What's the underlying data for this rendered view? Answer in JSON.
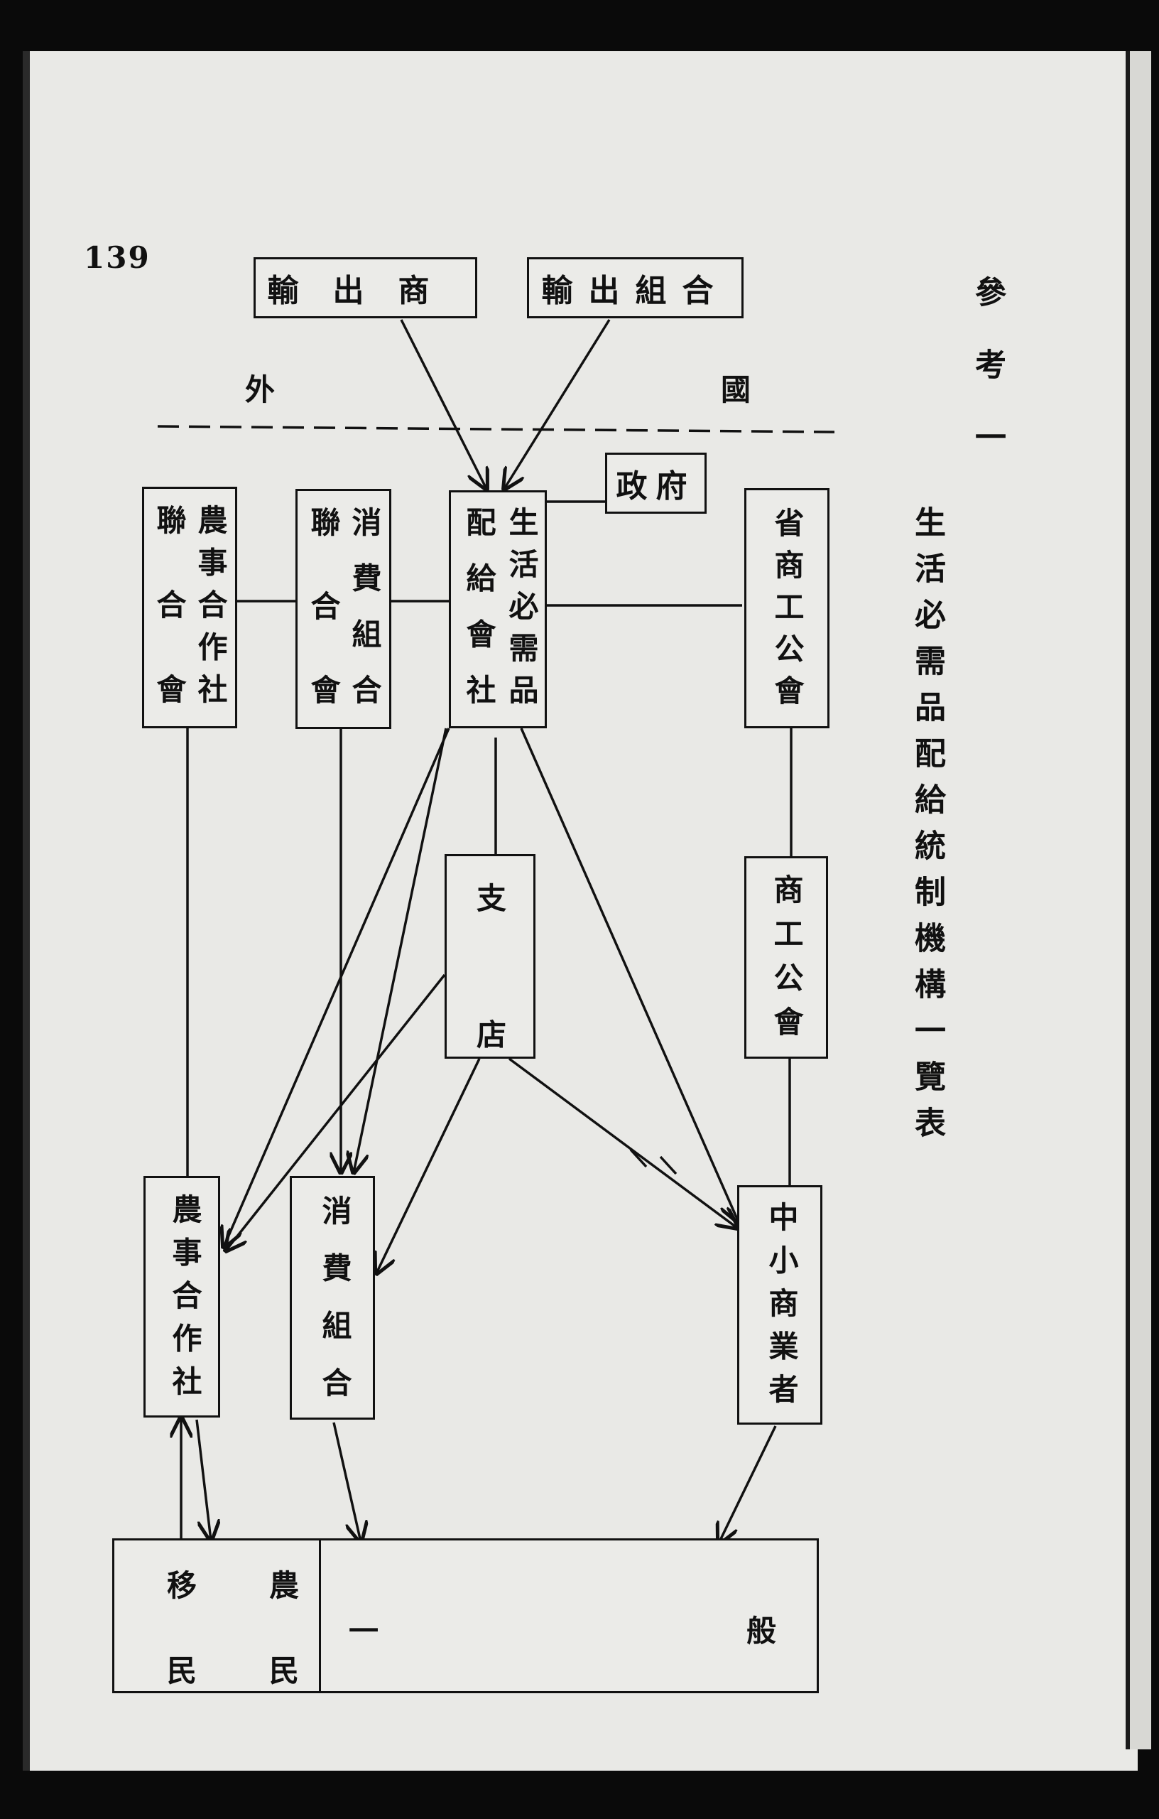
{
  "page_number": "139",
  "section_title": "參考一",
  "main_title": "生活必需品配給統制機構一覽表",
  "boundary": {
    "left_label": "外",
    "right_label": "國"
  },
  "nodes": {
    "exporter": "輸出商",
    "export_union": "輸出組合",
    "government": "政府",
    "central_distributor": {
      "col1": "生活必需品",
      "col2": "配給會社"
    },
    "agri_coop_federation": {
      "col1": "農事合作社",
      "col2": "聯合會"
    },
    "consumer_union_federation": {
      "col1": "消費組合",
      "col2": "聯合會"
    },
    "provincial_chamber": "省商工公會",
    "branch_store": {
      "top": "支",
      "bottom": "店"
    },
    "chamber": "商工公會",
    "agri_coop": "農事合作社",
    "consumer_union": "消費組合",
    "small_merchants": "中小商業者",
    "farmers": {
      "top_right": "農",
      "top_left": "移",
      "bottom_right": "民",
      "bottom_left": "民"
    },
    "general_public": {
      "left": "一",
      "right": "般"
    }
  }
}
